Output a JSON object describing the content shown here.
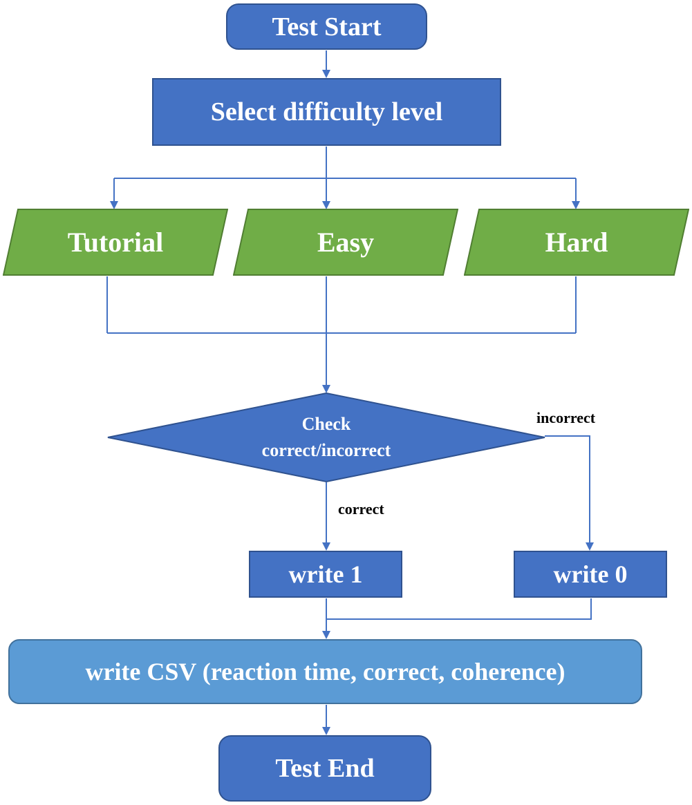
{
  "diagram": {
    "start": "Test Start",
    "select": "Select difficulty level",
    "levels": [
      "Tutorial",
      "Easy",
      "Hard"
    ],
    "decision": {
      "line1": "Check",
      "line2": "correct/incorrect"
    },
    "edge_labels": {
      "correct": "correct",
      "incorrect": "incorrect"
    },
    "write_correct": "write 1",
    "write_incorrect": "write 0",
    "write_csv": "write CSV (reaction time, correct, coherence)",
    "end": "Test End"
  },
  "colors": {
    "dark_blue": "#4472c4",
    "dark_blue_border": "#2f528f",
    "light_blue": "#5b9bd5",
    "green": "#70ad47",
    "green_border": "#507e32",
    "connector": "#4472c4",
    "label_text": "#000000"
  }
}
